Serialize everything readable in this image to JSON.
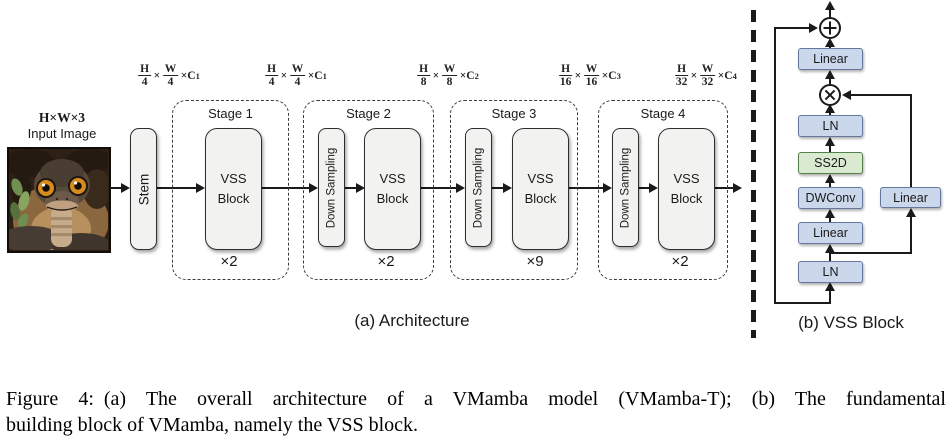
{
  "colors": {
    "line": "#1a1a1a",
    "box-fill": "#f2f2f0",
    "box-border": "#2e2e2e",
    "blue-fill": "#cbd8ec",
    "blue-border": "#64779c",
    "green-fill": "#d9ead0",
    "green-border": "#55804b",
    "dash": "#3c3c3c"
  },
  "figure": {
    "input": {
      "dims": "H×W×3",
      "label": "Input Image"
    },
    "stem_label": "Stem",
    "down_sampling_label": "Down Sampling",
    "vss_block_label": {
      "line1": "VSS",
      "line2": "Block"
    },
    "times": "×",
    "stages": [
      {
        "label": "Stage 1",
        "mult": "×2"
      },
      {
        "label": "Stage 2",
        "mult": "×2"
      },
      {
        "label": "Stage 3",
        "mult": "×9"
      },
      {
        "label": "Stage 4",
        "mult": "×2"
      }
    ],
    "dims": [
      {
        "n1": "H",
        "d1": "4",
        "n2": "W",
        "d2": "4",
        "ch": "C",
        "sub": "1"
      },
      {
        "n1": "H",
        "d1": "4",
        "n2": "W",
        "d2": "4",
        "ch": "C",
        "sub": "1"
      },
      {
        "n1": "H",
        "d1": "8",
        "n2": "W",
        "d2": "8",
        "ch": "C",
        "sub": "2"
      },
      {
        "n1": "H",
        "d1": "16",
        "n2": "W",
        "d2": "16",
        "ch": "C",
        "sub": "3"
      },
      {
        "n1": "H",
        "d1": "32",
        "n2": "W",
        "d2": "32",
        "ch": "C",
        "sub": "4"
      }
    ],
    "panel_a_label": "(a) Architecture",
    "panel_b_label": "(b) VSS Block",
    "vss_block": {
      "linear_top": "Linear",
      "ln_top": "LN",
      "ss2d": "SS2D",
      "dwconv": "DWConv",
      "linear_mid": "Linear",
      "linear_right": "Linear",
      "ln_bottom": "LN"
    },
    "icons": {
      "add": "plus-circle",
      "multiply": "times-circle"
    }
  },
  "caption": {
    "line1": "Figure 4: (a) The overall architecture of a VMamba model (VMamba-T); (b) The fundamental",
    "line2": "building block of VMamba, namely the VSS block."
  }
}
